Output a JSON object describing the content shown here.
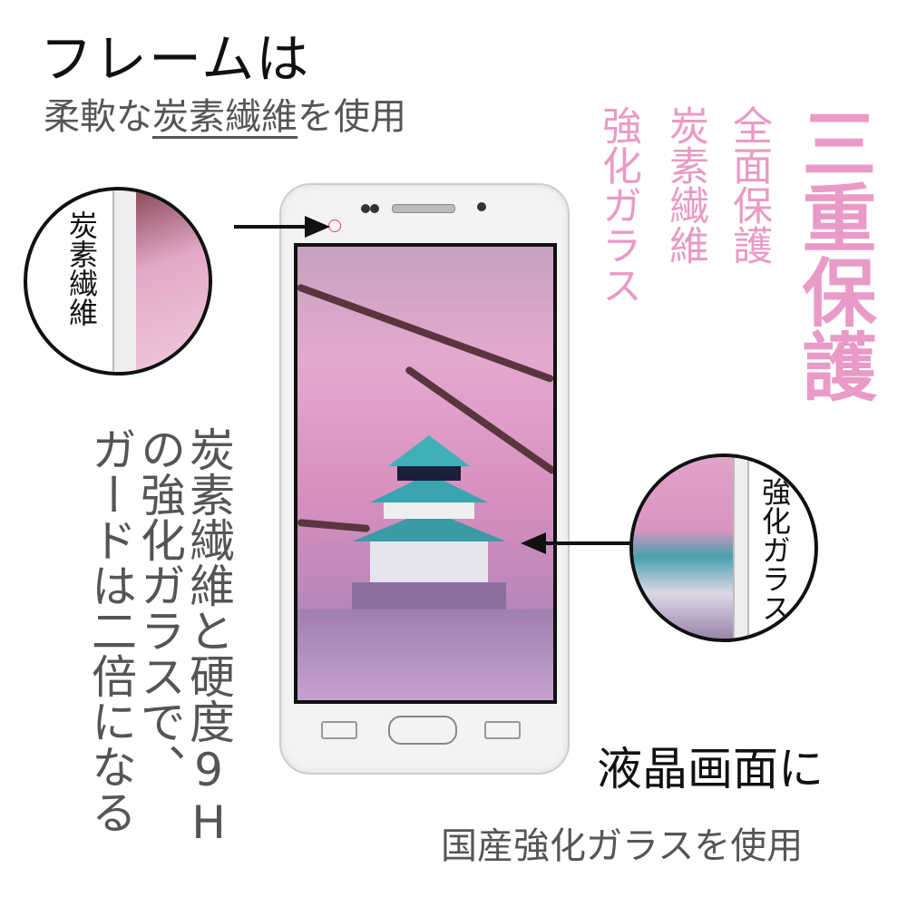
{
  "heading": {
    "line1": "フレームは",
    "line2_prefix": "柔軟な",
    "line2_emph": "炭素繊維",
    "line2_suffix": "を使用"
  },
  "features": {
    "col1": "強化ガラス",
    "col2": "炭素繊維",
    "col3": "全面保護",
    "title": "三重保護"
  },
  "description": {
    "col1": "炭素繊維と硬度9H",
    "col2": "の強化ガラスで、",
    "col3": "ガードは二倍になる"
  },
  "callouts": {
    "frame_label": "炭素繊維",
    "glass_label": "強化ガラス"
  },
  "bottom": {
    "line1": "液晶画面に",
    "line2": "国産強化ガラスを使用"
  },
  "colors": {
    "accent": "#e99ac6",
    "text": "#555555"
  }
}
